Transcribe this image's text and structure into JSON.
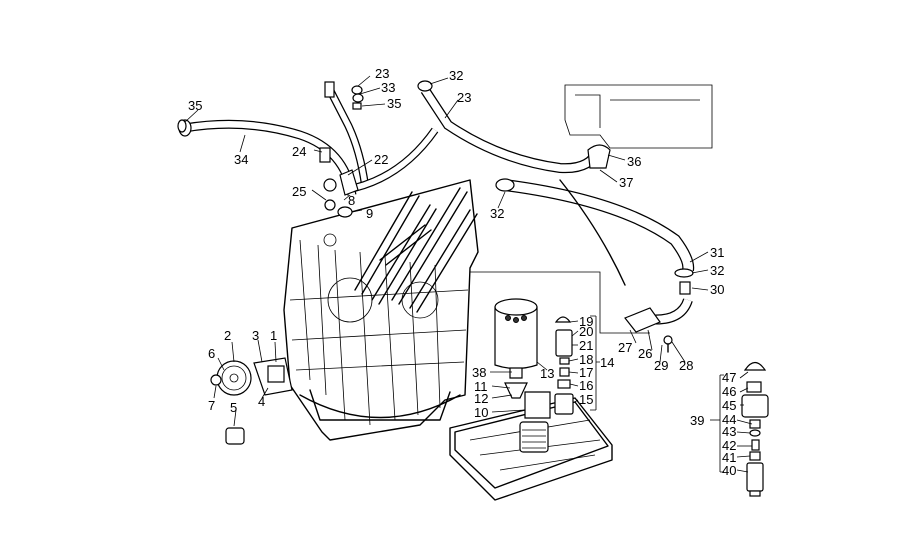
{
  "labels": {
    "l35a": "35",
    "l34": "34",
    "l23a": "23",
    "l33": "33",
    "l35b": "35",
    "l32a": "32",
    "l23b": "23",
    "l24": "24",
    "l22": "22",
    "l25": "25",
    "l8": "8",
    "l9": "9",
    "l36": "36",
    "l37": "37",
    "l32b": "32",
    "l31": "31",
    "l32c": "32",
    "l30": "30",
    "l19": "19",
    "l20": "20",
    "l21": "21",
    "l18": "18",
    "l17": "17",
    "l16": "16",
    "l15": "15",
    "l14": "14",
    "l13": "13",
    "l38": "38",
    "l11": "11",
    "l12": "12",
    "l10": "10",
    "l27": "27",
    "l26": "26",
    "l29": "29",
    "l28": "28",
    "l2": "2",
    "l3": "3",
    "l1": "1",
    "l6": "6",
    "l4": "4",
    "l7": "7",
    "l5": "5",
    "l47": "47",
    "l46": "46",
    "l45": "45",
    "l39": "39",
    "l44": "44",
    "l43": "43",
    "l42": "42",
    "l41": "41",
    "l40": "40"
  }
}
